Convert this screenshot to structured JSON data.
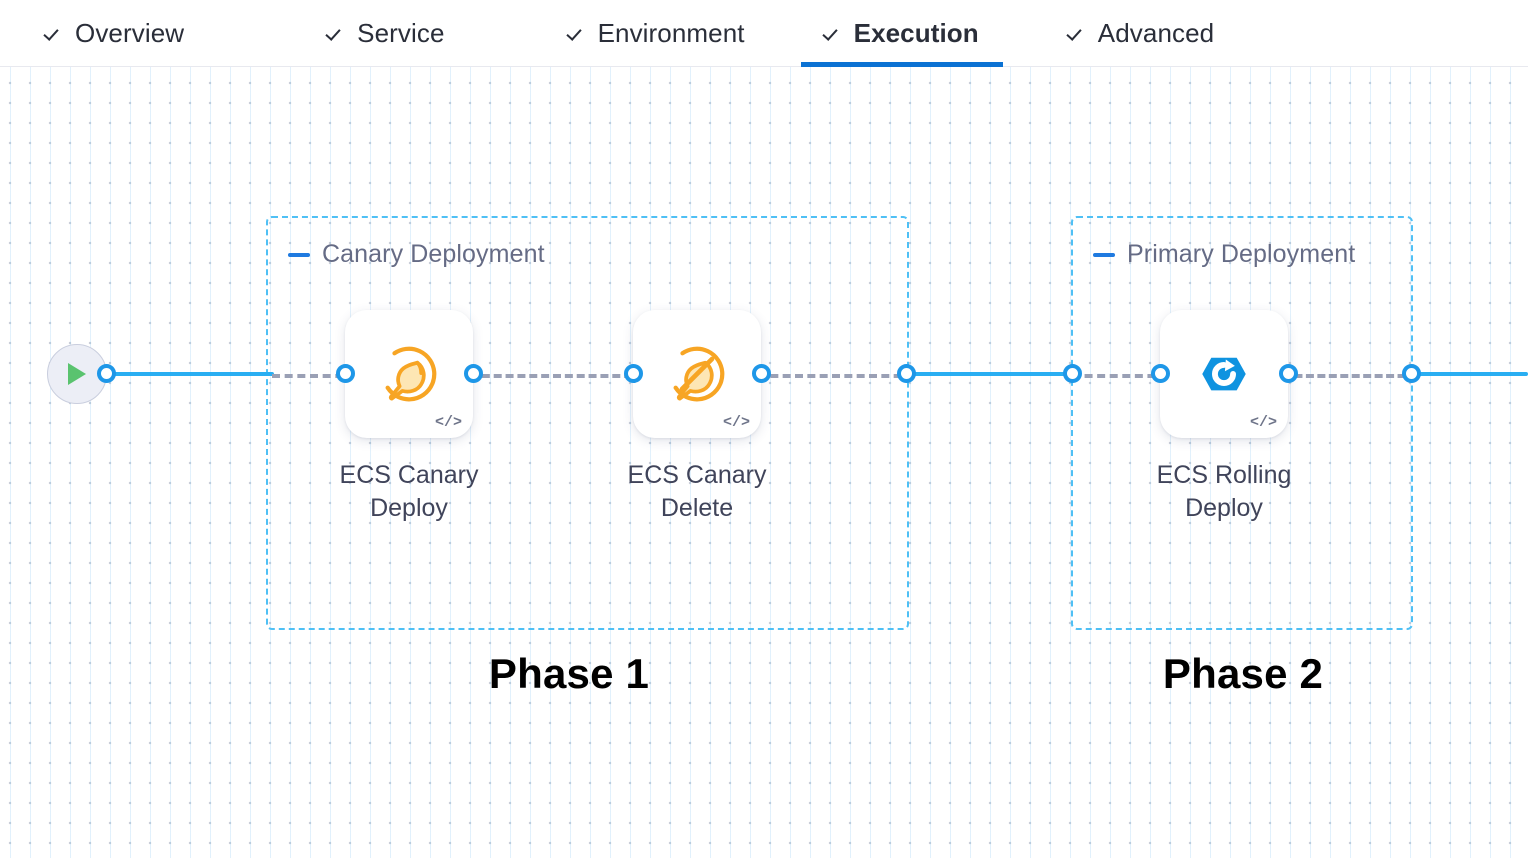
{
  "tabs": [
    {
      "label": "Overview",
      "icon": "check-icon",
      "active": false
    },
    {
      "label": "Service",
      "icon": "check-icon",
      "active": false
    },
    {
      "label": "Environment",
      "icon": "check-icon",
      "active": false
    },
    {
      "label": "Execution",
      "icon": "check-icon",
      "active": true
    },
    {
      "label": "Advanced",
      "icon": "check-icon",
      "active": false
    }
  ],
  "canvas": {
    "start_node": {
      "name": "pipeline-start",
      "icon": "play-icon"
    },
    "groups": [
      {
        "title": "Canary Deployment",
        "collapse_icon": "minus-icon"
      },
      {
        "title": "Primary Deployment",
        "collapse_icon": "minus-icon"
      }
    ],
    "nodes": [
      {
        "label": "ECS Canary\nDeploy",
        "icon": "canary-deploy-icon",
        "badge": "</>"
      },
      {
        "label": "ECS Canary\nDelete",
        "icon": "canary-delete-icon",
        "badge": "</>"
      },
      {
        "label": "ECS Rolling\nDeploy",
        "icon": "rolling-deploy-icon",
        "badge": "</>"
      }
    ],
    "phases": [
      {
        "label": "Phase 1"
      },
      {
        "label": "Phase 2"
      }
    ]
  },
  "colors": {
    "accent_blue": "#0b72d3",
    "edge_blue": "#29aef2",
    "group_border": "#4fc0f5",
    "edge_dashed": "#9aa0b5",
    "canary_orange": "#f7a524",
    "rolling_blue": "#0f93e0",
    "play_green": "#5ac36f"
  }
}
